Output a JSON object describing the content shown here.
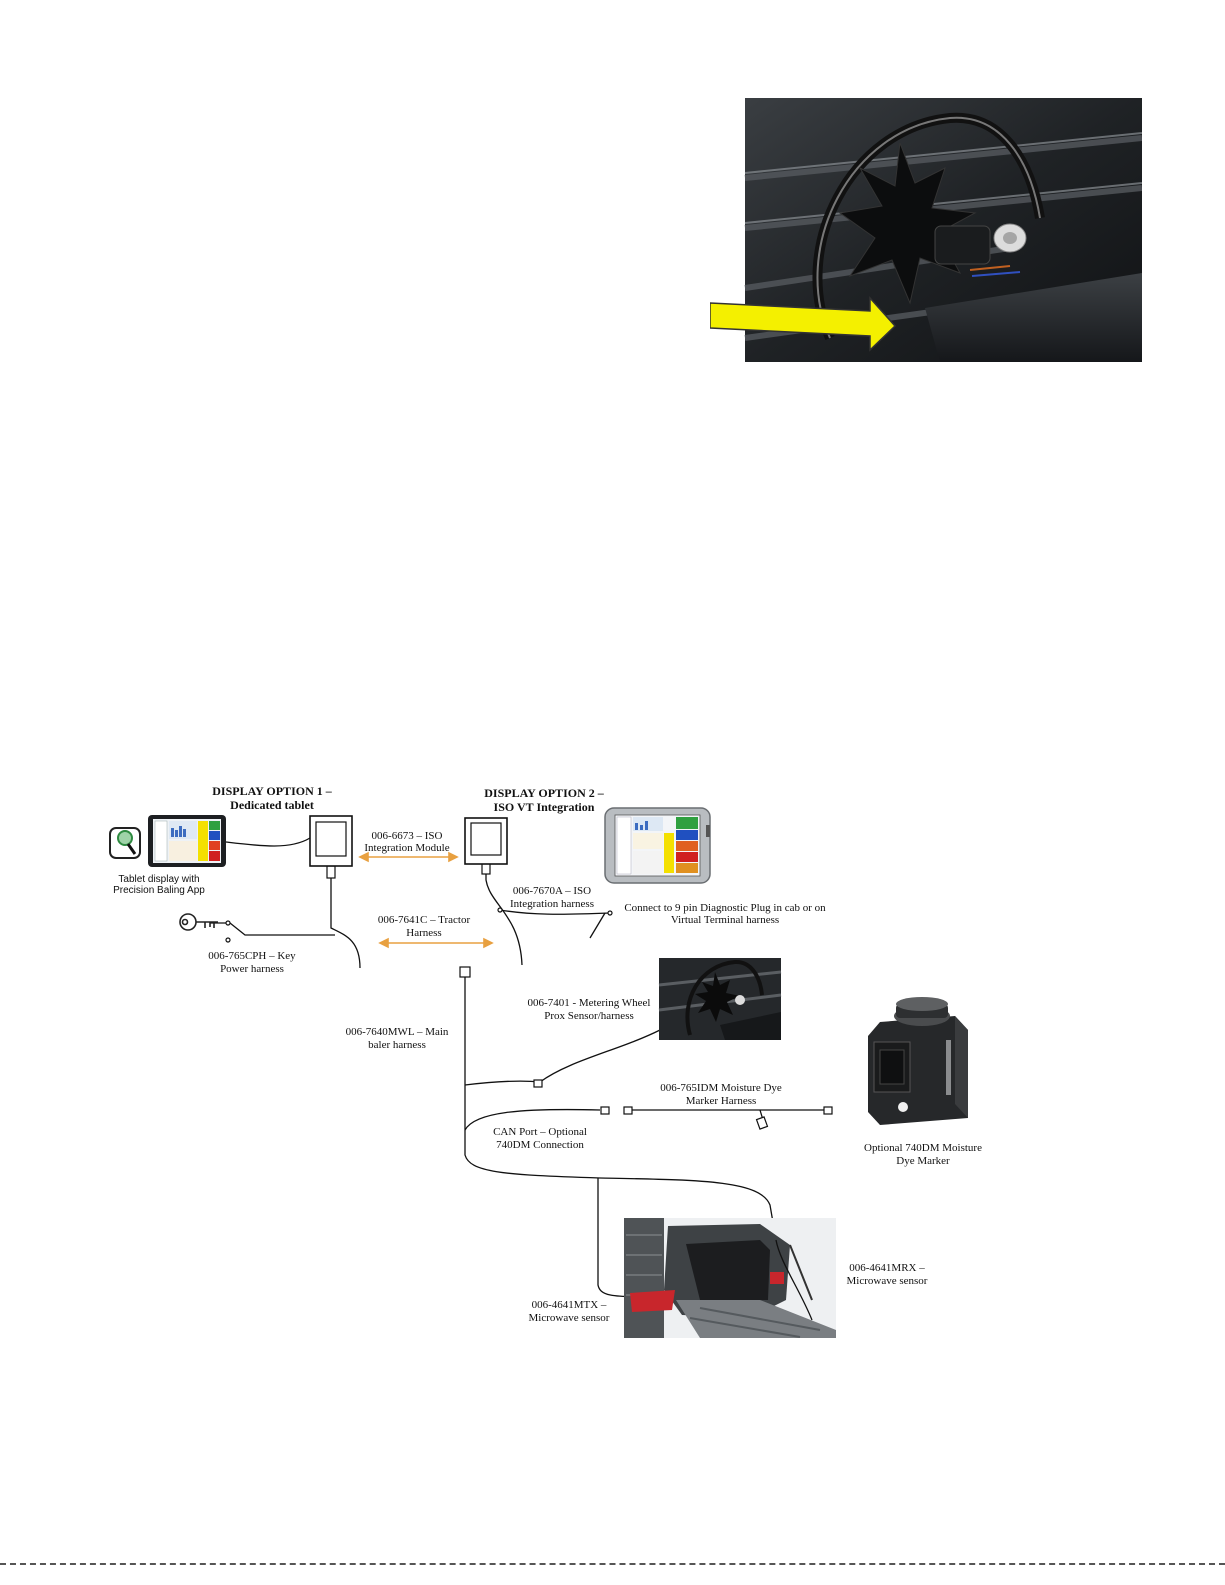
{
  "diagram": {
    "display_option_1": {
      "title": "DISPLAY OPTION 1 –",
      "subtitle": "Dedicated tablet"
    },
    "display_option_2": {
      "title": "DISPLAY OPTION 2 –",
      "subtitle": "ISO VT Integration"
    },
    "tablet_caption": [
      "Tablet display with",
      "Precision Baling App"
    ],
    "iso_module": [
      "006-6673  – ISO",
      "Integration Module"
    ],
    "iso_harness": [
      "006-7670A  – ISO",
      "Integration harness"
    ],
    "diagnostic_plug": [
      "Connect to 9 pin Diagnostic Plug in cab or on",
      "Virtual  Terminal  harness"
    ],
    "tractor_harness": [
      "006-7641C  – Tractor",
      "Harness"
    ],
    "key_power": [
      "006-765CPH  – Key",
      "Power harness"
    ],
    "main_baler": [
      "006-7640MWL  – Main",
      "baler harness"
    ],
    "metering_wheel": [
      "006-7401  - Metering Wheel",
      "Prox Sensor/harness"
    ],
    "dye_marker_harness": [
      "006-765IDM  Moisture Dye",
      "Marker Harness"
    ],
    "can_port": [
      "CAN Port – Optional",
      "740DM  Connection"
    ],
    "optional_dye_marker": [
      "Optional 740DM  Moisture",
      "Dye Marker"
    ],
    "microwave_mrx": [
      "006-4641MRX –",
      "Microwave sensor"
    ],
    "microwave_mtx": [
      "006-4641MTX –",
      "Microwave sensor"
    ]
  },
  "colors": {
    "arrow_yellow": "#f4f000",
    "orange_arrow": "#e8a040",
    "dark_photo": "#2a2d30"
  },
  "icons": [
    "magnifier-icon",
    "key-icon",
    "tablet-icon",
    "vt-display-icon"
  ]
}
